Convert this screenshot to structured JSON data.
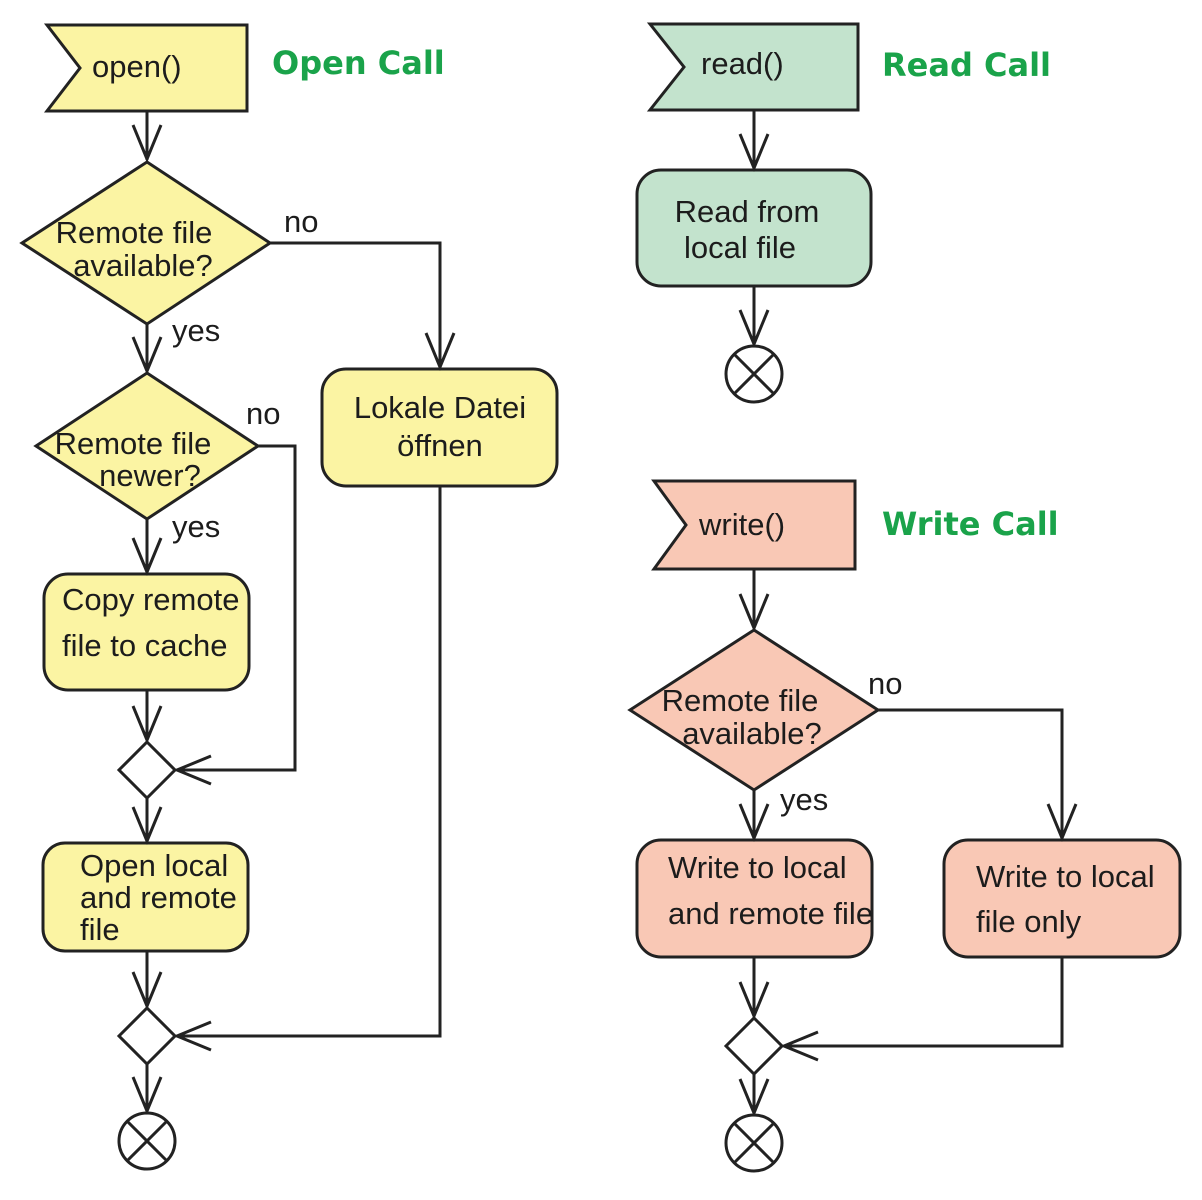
{
  "colors": {
    "open_fill": "#fbf4a3",
    "read_fill": "#c3e3cd",
    "write_fill": "#f9c8b5",
    "title_green": "#1aa34a",
    "line": "#222222"
  },
  "open_call": {
    "title": "Open Call",
    "start": "open()",
    "decision_available": [
      "Remote file",
      "available?"
    ],
    "decision_newer": [
      "Remote file",
      "newer?"
    ],
    "copy": [
      "Copy remote",
      "file to cache"
    ],
    "open_both": [
      "Open local",
      "and remote",
      "file"
    ],
    "local_open": [
      "Lokale Datei",
      "öffnen"
    ],
    "label_no_1": "no",
    "label_yes_1": "yes",
    "label_no_2": "no",
    "label_yes_2": "yes"
  },
  "read_call": {
    "title": "Read Call",
    "start": "read()",
    "action": [
      "Read from",
      "local file"
    ]
  },
  "write_call": {
    "title": "Write Call",
    "start": "write()",
    "decision_available": [
      "Remote file",
      "available?"
    ],
    "write_both": [
      "Write to local",
      "and remote file"
    ],
    "write_local": [
      "Write to local",
      "file only"
    ],
    "label_no": "no",
    "label_yes": "yes"
  }
}
